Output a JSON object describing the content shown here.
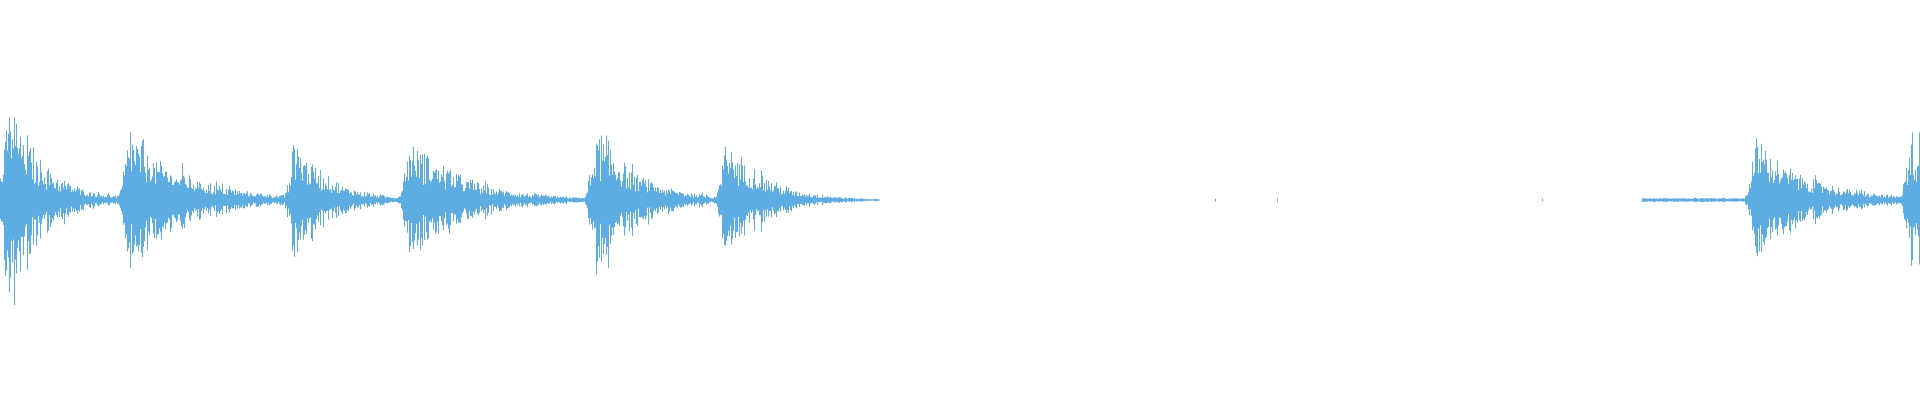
{
  "waveform": {
    "color": "#5DADE2",
    "background": "#ffffff",
    "bursts": [
      {
        "position": 0.004,
        "amplitude": 0.52,
        "decay": 0.018
      },
      {
        "position": 0.067,
        "amplitude": 0.35,
        "decay": 0.03
      },
      {
        "position": 0.153,
        "amplitude": 0.33,
        "decay": 0.018
      },
      {
        "position": 0.213,
        "amplitude": 0.32,
        "decay": 0.028
      },
      {
        "position": 0.31,
        "amplitude": 0.36,
        "decay": 0.022
      },
      {
        "position": 0.378,
        "amplitude": 0.32,
        "decay": 0.02
      },
      {
        "position": 0.914,
        "amplitude": 0.31,
        "decay": 0.028
      },
      {
        "position": 0.995,
        "amplitude": 0.38,
        "decay": 0.012
      }
    ],
    "quiet_segments": [
      [
        0.02,
        0.43
      ],
      [
        0.855,
        1.0
      ]
    ],
    "specks": [
      0.633,
      0.665,
      0.803
    ]
  }
}
